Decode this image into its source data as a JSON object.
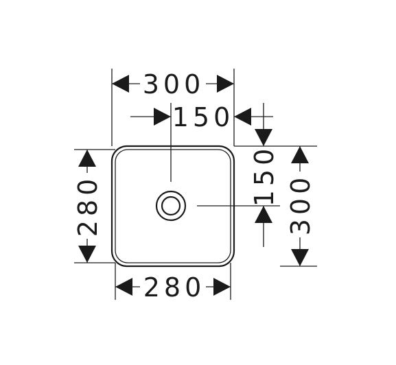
{
  "dimensions": {
    "top_outer_width": "300",
    "drain_offset_horizontal": "150",
    "left_inner_height": "280",
    "drain_offset_vertical": "150",
    "right_outer_height": "300",
    "bottom_inner_width": "280"
  },
  "colors": {
    "line": "#1a1a1a",
    "background": "#ffffff"
  }
}
